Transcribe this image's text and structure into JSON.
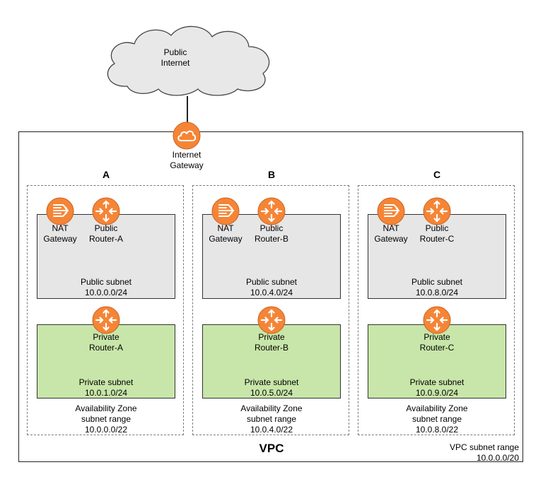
{
  "internet": {
    "line1": "Public",
    "line2": "Internet"
  },
  "igw": {
    "line1": "Internet",
    "line2": "Gateway"
  },
  "vpc": {
    "title": "VPC",
    "range_line1": "VPC subnet range",
    "range_line2": "10.0.0.0/20"
  },
  "zones": [
    {
      "letter": "A",
      "nat": {
        "line1": "NAT",
        "line2": "Gateway"
      },
      "public_router": {
        "line1": "Public",
        "line2": "Router-A"
      },
      "public_subnet": {
        "line1": "Public subnet",
        "line2": "10.0.0.0/24"
      },
      "private_router": {
        "line1": "Private",
        "line2": "Router-A"
      },
      "private_subnet": {
        "line1": "Private subnet",
        "line2": "10.0.1.0/24"
      },
      "az_range": {
        "line1": "Availability Zone",
        "line2": "subnet range",
        "line3": "10.0.0.0/22"
      }
    },
    {
      "letter": "B",
      "nat": {
        "line1": "NAT",
        "line2": "Gateway"
      },
      "public_router": {
        "line1": "Public",
        "line2": "Router-B"
      },
      "public_subnet": {
        "line1": "Public subnet",
        "line2": "10.0.4.0/24"
      },
      "private_router": {
        "line1": "Private",
        "line2": "Router-B"
      },
      "private_subnet": {
        "line1": "Private subnet",
        "line2": "10.0.5.0/24"
      },
      "az_range": {
        "line1": "Availability Zone",
        "line2": "subnet range",
        "line3": "10.0.4.0/22"
      }
    },
    {
      "letter": "C",
      "nat": {
        "line1": "NAT",
        "line2": "Gateway"
      },
      "public_router": {
        "line1": "Public",
        "line2": "Router-C"
      },
      "public_subnet": {
        "line1": "Public subnet",
        "line2": "10.0.8.0/24"
      },
      "private_router": {
        "line1": "Private",
        "line2": "Router-C"
      },
      "private_subnet": {
        "line1": "Private subnet",
        "line2": "10.0.9.0/24"
      },
      "az_range": {
        "line1": "Availability Zone",
        "line2": "subnet range",
        "line3": "10.0.8.0/22"
      }
    }
  ],
  "colors": {
    "icon_orange": "#f58536",
    "public_subnet": "#e6e6e6",
    "private_subnet": "#c8e6a9",
    "cloud": "#e8e8e8"
  },
  "icons": {
    "cloud": "cloud-icon",
    "igw": "internet-gateway-icon",
    "nat": "nat-gateway-icon",
    "router": "router-icon"
  }
}
